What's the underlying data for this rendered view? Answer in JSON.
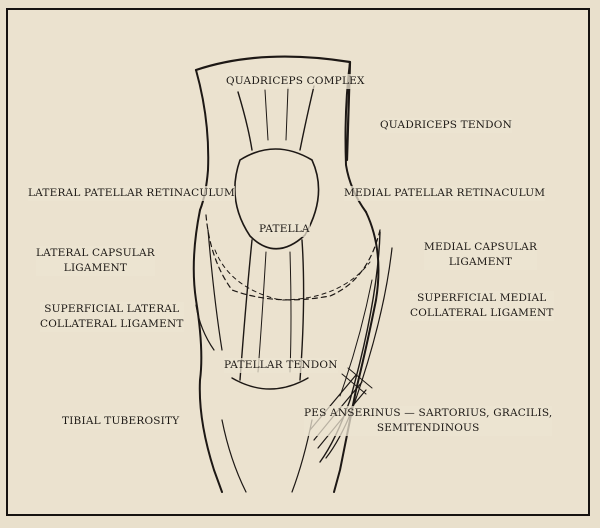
{
  "figure": {
    "labels": {
      "quadriceps_complex": "QUADRICEPS COMPLEX",
      "quadriceps_tendon": "QUADRICEPS TENDON",
      "lateral_patellar_retinaculum": "LATERAL PATELLAR RETINACULUM",
      "medial_patellar_retinaculum": "MEDIAL PATELLAR RETINACULUM",
      "patella": "PATELLA",
      "lateral_capsular_ligament": "LATERAL CAPSULAR\nLIGAMENT",
      "medial_capsular_ligament": "MEDIAL CAPSULAR\nLIGAMENT",
      "superficial_lateral_collateral_ligament": "SUPERFICIAL LATERAL\nCOLLATERAL LIGAMENT",
      "superficial_medial_collateral_ligament": "SUPERFICIAL MEDIAL\nCOLLATERAL LIGAMENT",
      "patellar_tendon": "PATELLAR TENDON",
      "tibial_tuberosity": "TIBIAL TUBEROSITY",
      "pes_anserinus": "PES ANSERINUS — SARTORIUS, GRACILIS,\nSEMITENDINOUS"
    },
    "colors": {
      "ink": "#1b1714",
      "paper": "#e9e0cc"
    }
  }
}
